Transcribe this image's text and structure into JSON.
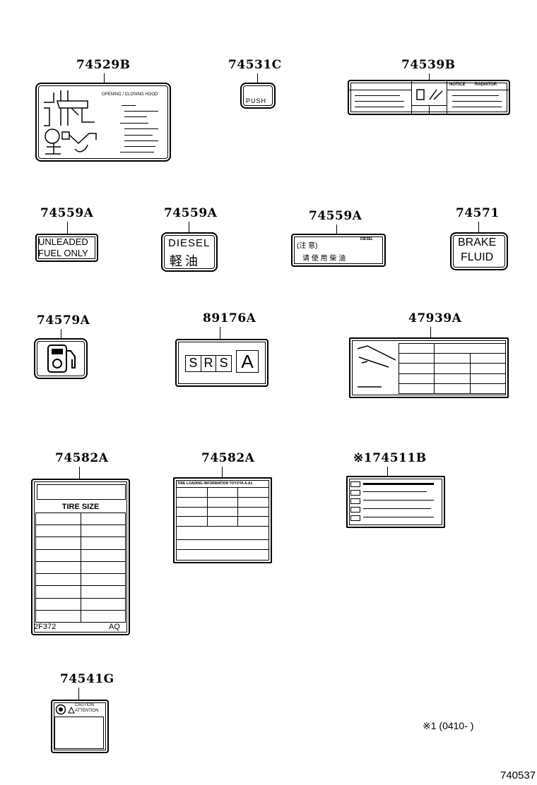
{
  "parts": {
    "p74529B": {
      "number": "74529B",
      "text": "OPENING / CLOSING HOOD"
    },
    "p74531C": {
      "number": "74531C",
      "text": "PUSH"
    },
    "p74539B": {
      "number": "74539B",
      "notice": "NOTICE",
      "radiator": "RADIATOR"
    },
    "p74559A_unleaded": {
      "number": "74559A",
      "line1": "UNLEADED",
      "line2": "FUEL ONLY"
    },
    "p74559A_diesel": {
      "number": "74559A",
      "line1": "DIESEL",
      "line2": "軽油"
    },
    "p74559A_cn": {
      "number": "74559A",
      "line1": "(注 意)",
      "tag": "DIESEL",
      "line2": "请 使 用 柴 油"
    },
    "p74571": {
      "number": "74571",
      "line1": "BRAKE",
      "line2": "FLUID"
    },
    "p74579A": {
      "number": "74579A"
    },
    "p89176A": {
      "number": "89176A",
      "srs": [
        "S",
        "R",
        "S"
      ],
      "a": "A"
    },
    "p47939A": {
      "number": "47939A"
    },
    "p74582A_tire": {
      "number": "74582A",
      "header": "TIRE SIZE",
      "code_left": "2F372",
      "code_right": "AQ"
    },
    "p74582A_load": {
      "number": "74582A",
      "header": "TIRE LOADING INFORMATION   TOYOTA   A.A1"
    },
    "p74511B": {
      "number": "※174511B"
    },
    "p74541G": {
      "number": "74541G",
      "caution": "CAUTION",
      "attention": "ATTENTION"
    }
  },
  "footnote": "※1 (0410-     )",
  "diagram_id": "740537"
}
